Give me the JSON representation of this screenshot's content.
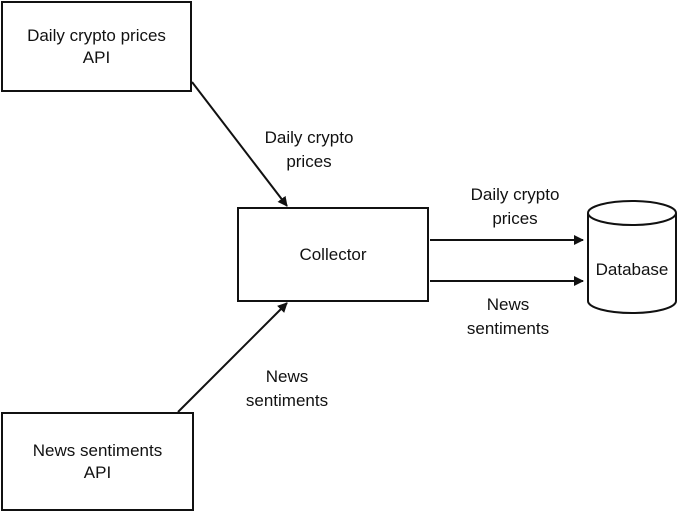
{
  "nodes": {
    "daily_api": "Daily crypto prices\nAPI",
    "news_api": "News sentiments\nAPI",
    "collector": "Collector",
    "database": "Database"
  },
  "edges": {
    "api_to_collector_prices": "Daily crypto\nprices",
    "api_to_collector_news": "News\nsentiments",
    "collector_to_db_prices": "Daily crypto\nprices",
    "collector_to_db_news": "News\nsentiments"
  },
  "colors": {
    "stroke": "#111111",
    "background": "#ffffff"
  }
}
